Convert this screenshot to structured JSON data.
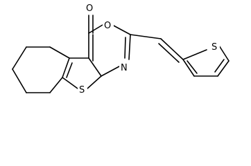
{
  "structure": {
    "atoms": {
      "carbonyl_oxygen": "O",
      "ring_oxygen": "O",
      "ring_nitrogen": "N",
      "fused_sulfur": "S",
      "thiophene_sulfur": "S"
    }
  }
}
